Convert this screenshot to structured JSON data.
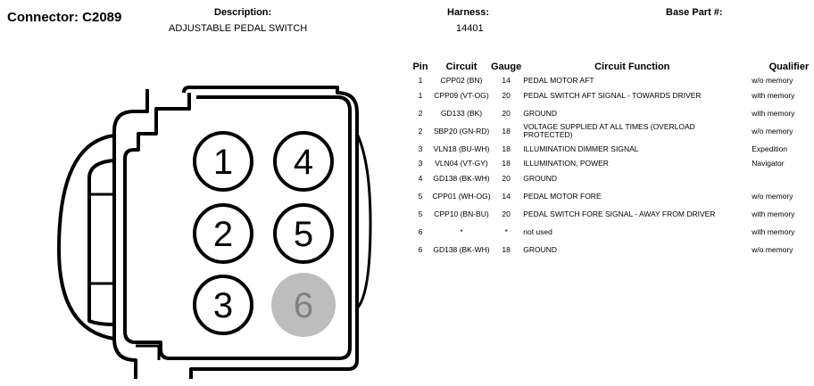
{
  "connector": {
    "title": "Connector: C2089"
  },
  "description": {
    "label": "Description:",
    "value": "ADJUSTABLE PEDAL SWITCH"
  },
  "harness": {
    "label": "Harness:",
    "value": "14401"
  },
  "base_part": {
    "label": "Base Part #:"
  },
  "diagram": {
    "cavities": [
      {
        "pin": "1",
        "used": true
      },
      {
        "pin": "2",
        "used": true
      },
      {
        "pin": "3",
        "used": true
      },
      {
        "pin": "4",
        "used": true
      },
      {
        "pin": "5",
        "used": true
      },
      {
        "pin": "6",
        "used": false
      }
    ],
    "colors": {
      "outline": "#000000",
      "unused_fill": "#bdbdbd",
      "unused_text": "#808080"
    }
  },
  "table": {
    "headers": {
      "pin": "Pin",
      "circuit": "Circuit",
      "gauge": "Gauge",
      "function": "Circuit Function",
      "qualifier": "Qualifier"
    },
    "rows": [
      {
        "pin": "1",
        "circuit": "CPP02 (BN)",
        "gauge": "14",
        "function": "PEDAL MOTOR AFT",
        "qualifier": "w/o memory"
      },
      {
        "pin": "1",
        "circuit": "CPP09 (VT-OG)",
        "gauge": "20",
        "function": "PEDAL SWITCH AFT SIGNAL - TOWARDS DRIVER",
        "qualifier": "with memory"
      },
      {
        "pin": "2",
        "circuit": "GD133 (BK)",
        "gauge": "20",
        "function": "GROUND",
        "qualifier": "with memory"
      },
      {
        "pin": "2",
        "circuit": "SBP20 (GN-RD)",
        "gauge": "18",
        "function": "VOLTAGE SUPPLIED AT ALL TIMES (OVERLOAD PROTECTED)",
        "qualifier": "w/o memory"
      },
      {
        "pin": "3",
        "circuit": "VLN18 (BU-WH)",
        "gauge": "18",
        "function": "ILLUMINATION DIMMER SIGNAL",
        "qualifier": "Expedition"
      },
      {
        "pin": "3",
        "circuit": "VLN04 (VT-GY)",
        "gauge": "18",
        "function": "ILLUMINATION, POWER",
        "qualifier": "Navigator"
      },
      {
        "pin": "4",
        "circuit": "GD138 (BK-WH)",
        "gauge": "20",
        "function": "GROUND",
        "qualifier": ""
      },
      {
        "pin": "5",
        "circuit": "CPP01 (WH-OG)",
        "gauge": "14",
        "function": "PEDAL MOTOR FORE",
        "qualifier": "w/o memory"
      },
      {
        "pin": "5",
        "circuit": "CPP10 (BN-BU)",
        "gauge": "20",
        "function": "PEDAL SWITCH FORE SIGNAL - AWAY FROM DRIVER",
        "qualifier": "with memory"
      },
      {
        "pin": "6",
        "circuit": "*",
        "gauge": "*",
        "function": "not used",
        "qualifier": "with memory"
      },
      {
        "pin": "6",
        "circuit": "GD138 (BK-WH)",
        "gauge": "18",
        "function": "GROUND",
        "qualifier": "w/o memory"
      }
    ]
  }
}
